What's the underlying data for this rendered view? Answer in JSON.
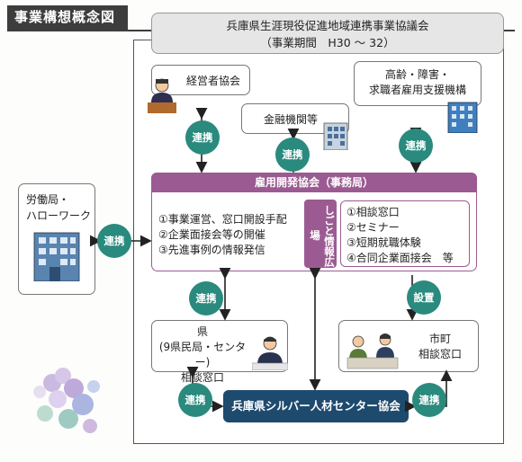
{
  "title": "事業構想概念図",
  "council": {
    "line1": "兵庫県生涯現役促進地域連携事業協議会",
    "line2": "（事業期間　H30 ～ 32）"
  },
  "employers": "経営者協会",
  "finance": "金融機関等",
  "elderly": {
    "line1": "高齢・障害・",
    "line2": "求職者雇用支援機構"
  },
  "labor": {
    "line1": "労働局・",
    "line2": "ハローワーク"
  },
  "employment": {
    "header": "雇用開発協会（事務局）",
    "tasks": [
      "①事業運営、窓口開設手配",
      "②企業面接会等の開催",
      "③先進事例の情報発信"
    ],
    "plaza_label": "しごと情報広場",
    "services": [
      "①相談窓口",
      "②セミナー",
      "③短期就職体験",
      "④合同企業面接会　等"
    ]
  },
  "prefecture": {
    "line1": "県",
    "line2": "(9県民局・センター)",
    "line3": "相談窓口"
  },
  "city": {
    "line1": "市町",
    "line2": "相談窓口"
  },
  "silver": "兵庫県シルバー人材センター協会",
  "badges": {
    "renkei": "連携",
    "setchi": "設置"
  },
  "colors": {
    "teal": "#2a8a7e",
    "purple": "#9b5b92",
    "navy": "#1e4a6e"
  }
}
